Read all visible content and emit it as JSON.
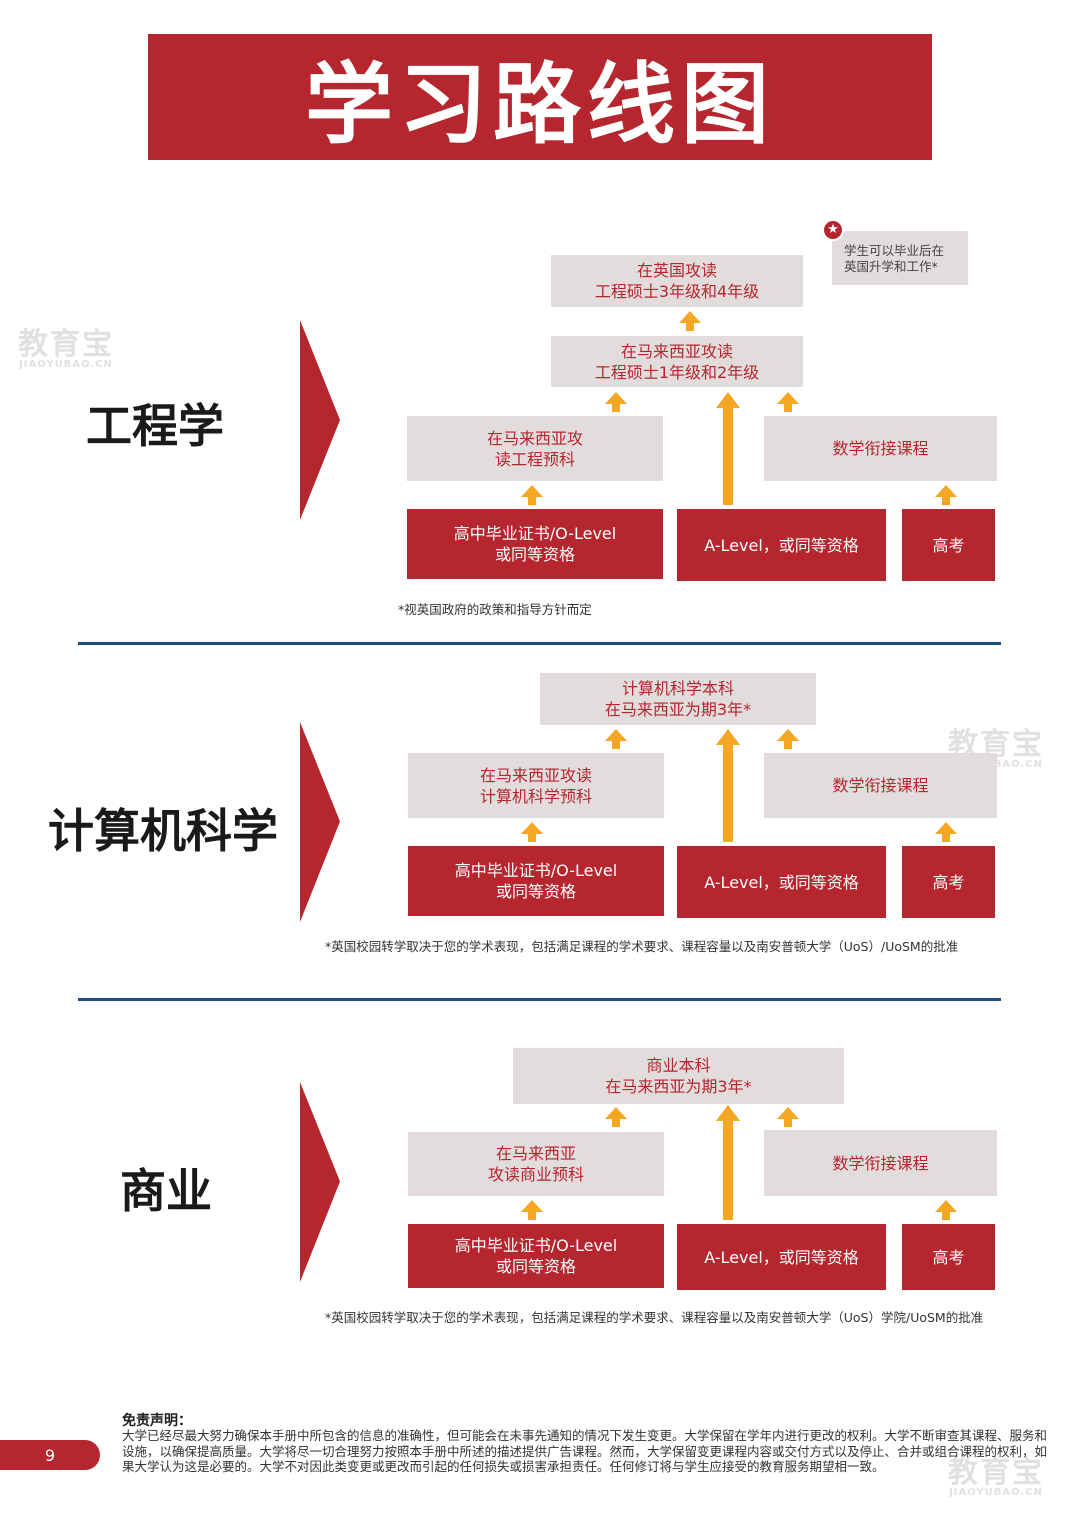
{
  "title": "学习路线图",
  "star_note": "学生可以毕业后在\n英国升学和工作*",
  "sections": [
    {
      "label": "工程学",
      "grey_boxes": [
        "在英国攻读\n工程硕士3年级和4年级",
        "在马来西亚攻读\n工程硕士1年级和2年级",
        "在马来西亚攻\n读工程预科",
        "数学衔接课程"
      ],
      "red_boxes": [
        "高中毕业证书/O-Level\n或同等资格",
        "A-Level，或同等资格",
        "高考"
      ],
      "note": "*视英国政府的政策和指导方针而定"
    },
    {
      "label": "计算机科学",
      "grey_boxes": [
        "计算机科学本科\n在马来西亚为期3年*",
        "在马来西亚攻读\n计算机科学预科",
        "数学衔接课程"
      ],
      "red_boxes": [
        "高中毕业证书/O-Level\n或同等资格",
        "A-Level，或同等资格",
        "高考"
      ],
      "note": "*英国校园转学取决于您的学术表现，包括满足课程的学术要求、课程容量以及南安普顿大学（UoS）/UoSM的批准"
    },
    {
      "label": "商业",
      "grey_boxes": [
        "商业本科\n在马来西亚为期3年*",
        "在马来西亚\n攻读商业预科",
        "数学衔接课程"
      ],
      "red_boxes": [
        "高中毕业证书/O-Level\n或同等资格",
        "A-Level，或同等资格",
        "高考"
      ],
      "note": "*英国校园转学取决于您的学术表现，包括满足课程的学术要求、课程容量以及南安普顿大学（UoS）学院/UoSM的批准"
    }
  ],
  "disclaimer": {
    "title": "免责声明：",
    "body": "大学已经尽最大努力确保本手册中所包含的信息的准确性，但可能会在未事先通知的情况下发生变更。大学保留在学年内进行更改的权利。大学不断审查其课程、服务和设施，以确保提高质量。大学将尽一切合理努力按照本手册中所述的描述提供广告课程。然而，大学保留变更课程内容或交付方式以及停止、合并或组合课程的权利，如果大学认为这是必要的。大学不对因此类变更或更改而引起的任何损失或损害承担责任。任何修订将与学生应接受的教育服务期望相一致。"
  },
  "page_number": "9",
  "watermark": {
    "main": "教育宝",
    "sub": "JIAOYUBAO.CN"
  },
  "colors": {
    "brand_red": "#b5262e",
    "box_grey": "#e2dcdc",
    "arrow_orange": "#f5a623",
    "divider_blue": "#1e4f7a"
  }
}
